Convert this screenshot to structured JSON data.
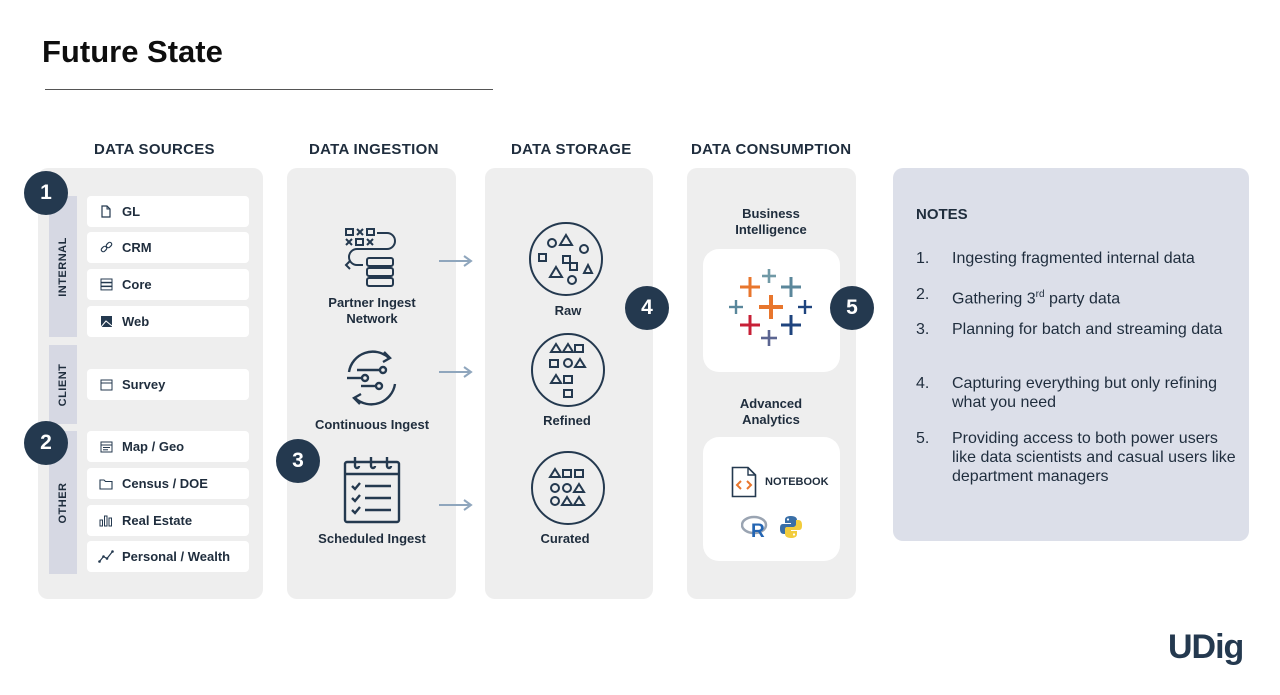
{
  "title": "Future State",
  "columns": {
    "sources": "DATA SOURCES",
    "ingestion": "DATA INGESTION",
    "storage": "DATA STORAGE",
    "consumption": "DATA CONSUMPTION"
  },
  "groups": [
    "INTERNAL",
    "CLIENT",
    "OTHER"
  ],
  "sources": [
    {
      "label": "GL",
      "icon": "document-icon"
    },
    {
      "label": "CRM",
      "icon": "link-icon"
    },
    {
      "label": "Core",
      "icon": "server-icon"
    },
    {
      "label": "Web",
      "icon": "image-icon"
    },
    {
      "label": "Survey",
      "icon": "window-icon"
    },
    {
      "label": "Map / Geo",
      "icon": "map-icon"
    },
    {
      "label": "Census / DOE",
      "icon": "folder-icon"
    },
    {
      "label": "Real Estate",
      "icon": "bar-chart-icon"
    },
    {
      "label": "Personal / Wealth",
      "icon": "trend-icon"
    }
  ],
  "ingestion": [
    {
      "label": "Partner Ingest Network"
    },
    {
      "label": "Continuous Ingest"
    },
    {
      "label": "Scheduled Ingest"
    }
  ],
  "storage": [
    {
      "label": "Raw"
    },
    {
      "label": "Refined"
    },
    {
      "label": "Curated"
    }
  ],
  "consumption": {
    "bi": "Business Intelligence",
    "analytics": "Advanced Analytics",
    "notebook": "NOTEBOOK"
  },
  "badges": [
    "1",
    "2",
    "3",
    "4",
    "5"
  ],
  "notes": {
    "title": "NOTES",
    "items": [
      {
        "num": "1.",
        "text": "Ingesting fragmented internal data"
      },
      {
        "num": "2.",
        "text": "Gathering 3rd party data"
      },
      {
        "num": "3.",
        "text": "Planning for batch and streaming data"
      },
      {
        "num": "4.",
        "text": "Capturing everything but only refining what you need"
      },
      {
        "num": "5.",
        "text": "Providing access to both power users like data scientists and casual users like department managers"
      }
    ]
  },
  "brand": "UDig",
  "colors": {
    "navy": "#24394f",
    "panel": "#eeeeee",
    "sidebar": "#d6d8e3",
    "notes_bg": "#dcdfe9",
    "arrow": "#8fa6bd"
  }
}
